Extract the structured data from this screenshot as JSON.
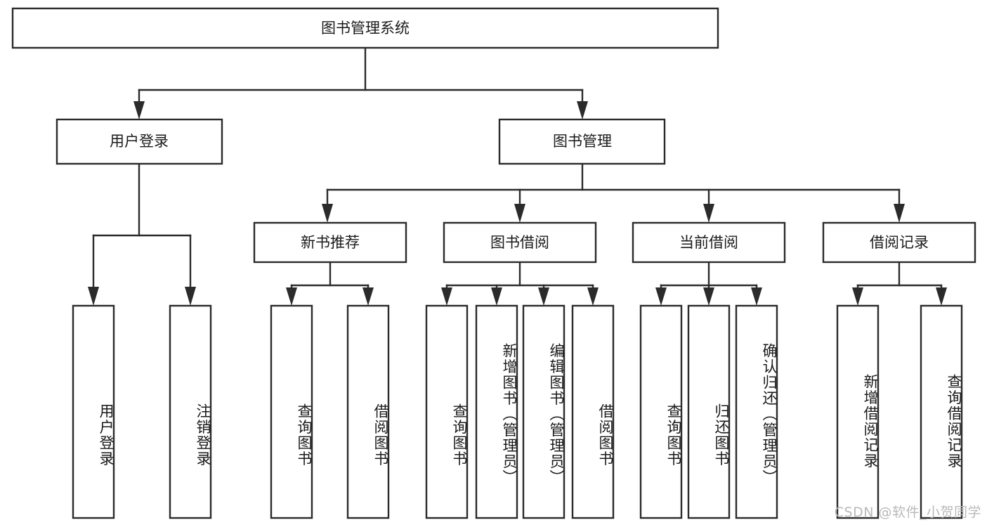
{
  "diagram": {
    "type": "tree",
    "title": "图书管理系统",
    "orientation": "top-down",
    "watermark": "CSDN @软件_小贺同学",
    "colors": {
      "box_stroke": "#2b2b2b",
      "box_fill": "#ffffff",
      "text": "#1a1a1a",
      "background": "#ffffff",
      "watermark": "#b9b9b9"
    },
    "root": {
      "label": "图书管理系统"
    },
    "level2": [
      {
        "label": "用户登录"
      },
      {
        "label": "图书管理"
      }
    ],
    "level3": [
      {
        "label": "新书推荐"
      },
      {
        "label": "图书借阅"
      },
      {
        "label": "当前借阅"
      },
      {
        "label": "借阅记录"
      }
    ],
    "leaves": {
      "user_login": [
        {
          "label": "用户登录"
        },
        {
          "label": "注销登录"
        }
      ],
      "new_book_recommend": [
        {
          "label": "查询图书"
        },
        {
          "label": "借阅图书"
        }
      ],
      "book_borrow": [
        {
          "label": "查询图书"
        },
        {
          "label": "新增图书（管理员）"
        },
        {
          "label": "编辑图书（管理员）"
        },
        {
          "label": "借阅图书"
        }
      ],
      "current_borrow": [
        {
          "label": "查询图书"
        },
        {
          "label": "归还图书"
        },
        {
          "label": "确认归还（管理员）"
        }
      ],
      "borrow_record": [
        {
          "label": "新增借阅记录"
        },
        {
          "label": "查询借阅记录"
        }
      ]
    }
  }
}
